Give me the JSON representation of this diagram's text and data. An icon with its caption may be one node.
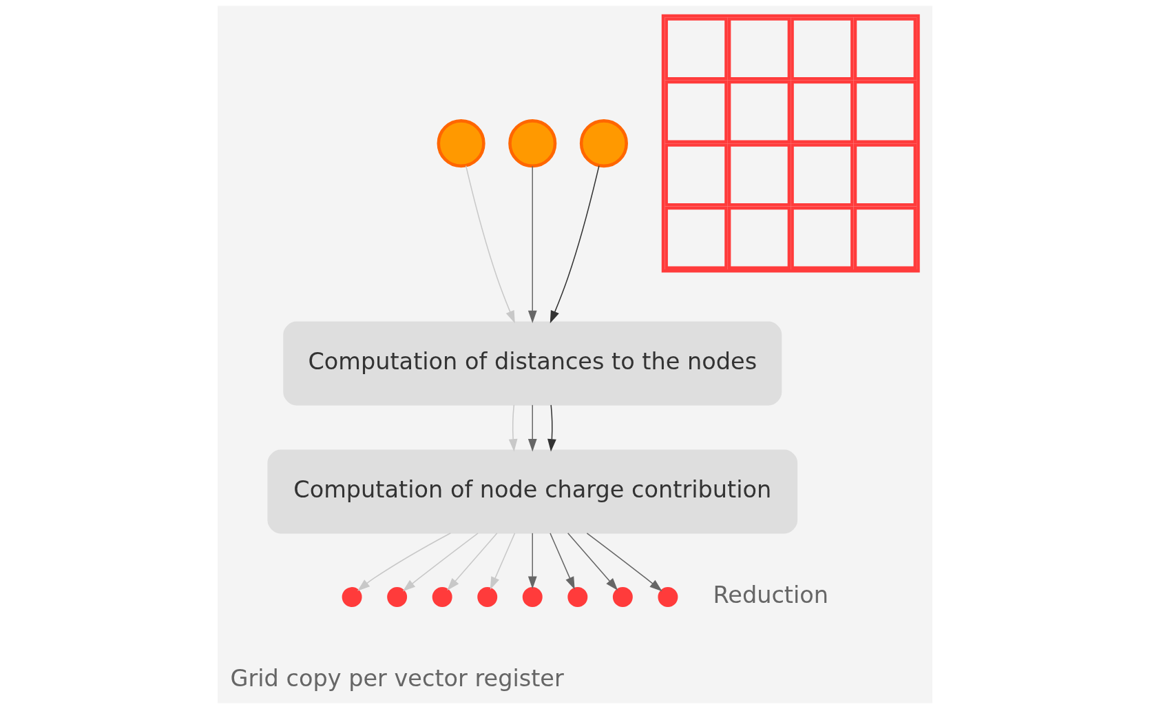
{
  "diagram": {
    "nodes": [
      {
        "text": [],
        "shape": "circle"
      },
      {
        "text": [],
        "shape": "circle"
      },
      {
        "text": [],
        "shape": "circle"
      },
      {
        "text": [
          "Computation of distances to the nodes"
        ]
      },
      {
        "text": [
          "Computation of node charge contribution"
        ]
      },
      {
        "text": [],
        "shape": "circle"
      },
      {
        "text": [],
        "shape": "circle"
      },
      {
        "text": [],
        "shape": "circle"
      },
      {
        "text": [],
        "shape": "circle"
      },
      {
        "text": [],
        "shape": "circle"
      },
      {
        "text": [],
        "shape": "circle"
      },
      {
        "text": [],
        "shape": "circle"
      },
      {
        "text": [],
        "shape": "circle"
      },
      {
        "text": [],
        "shape": "grid"
      }
    ],
    "edges": [
      {
        "from": 0,
        "to": 3,
        "arrow": "to",
        "color": "#c8c8c8"
      },
      {
        "from": 1,
        "to": 3,
        "arrow": "to",
        "color": "#666666"
      },
      {
        "from": 2,
        "to": 3,
        "arrow": "to",
        "color": "#333333"
      },
      {
        "from": 3,
        "to": 4,
        "arrow": "to",
        "color": "#c8c8c8"
      },
      {
        "from": 3,
        "to": 4,
        "arrow": "to",
        "color": "#666666"
      },
      {
        "from": 3,
        "to": 4,
        "arrow": "to",
        "color": "#333333"
      },
      {
        "from": 4,
        "to": 5,
        "arrow": "to",
        "color": "#c8c8c8"
      },
      {
        "from": 4,
        "to": 6,
        "arrow": "to",
        "color": "#c8c8c8"
      },
      {
        "from": 4,
        "to": 7,
        "arrow": "to",
        "color": "#c8c8c8"
      },
      {
        "from": 4,
        "to": 8,
        "arrow": "to",
        "color": "#c8c8c8"
      },
      {
        "from": 4,
        "to": 9,
        "arrow": "to",
        "color": "#666666"
      },
      {
        "from": 4,
        "to": 10,
        "arrow": "to",
        "color": "#666666"
      },
      {
        "from": 4,
        "to": 11,
        "arrow": "to",
        "color": "#666666"
      },
      {
        "from": 4,
        "to": 12,
        "arrow": "to",
        "color": "#666666"
      }
    ],
    "labels": [
      "Reduction",
      "Grid copy per vector register"
    ]
  }
}
